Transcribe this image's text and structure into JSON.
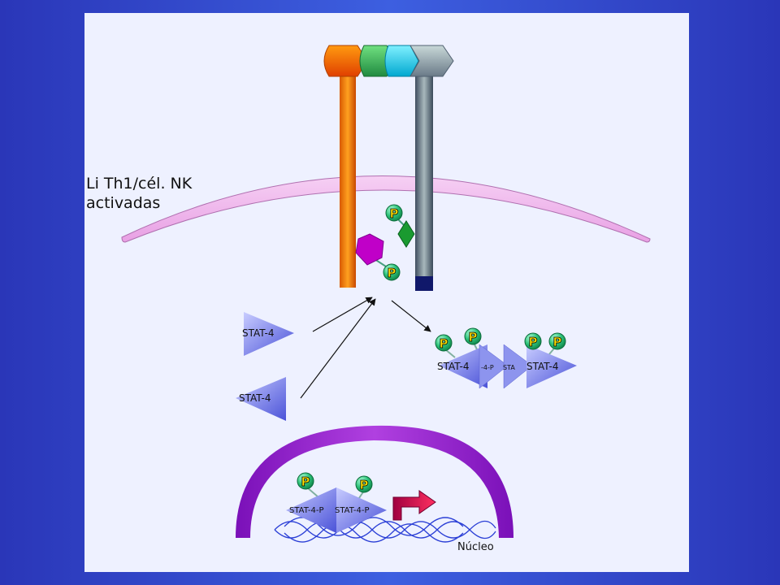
{
  "cell_label": {
    "line1": "Li Th1/cél. NK",
    "line2": "activadas"
  },
  "phospho_label": "P",
  "stat4_label": "STAT-4",
  "stat4p_label": "STAT-4-P",
  "stat4_mid_left_label": "-4-P",
  "stat4_mid_right_label": "STA",
  "nucleus_label": "Núcleo",
  "colors": {
    "membrane": "#f0b8ee",
    "receptor_orange": "#f07a00",
    "receptor_gray": "#5e6f80",
    "phospho_green": "#2ec27a",
    "kinase_magenta": "#c000c8",
    "jak_green": "#1a9a30",
    "stat_blue": "#7d85ea",
    "nucleus_purple": "#9a28c8",
    "dna_blue": "#2b3fd6",
    "gene_arrow": "#c8003c"
  }
}
